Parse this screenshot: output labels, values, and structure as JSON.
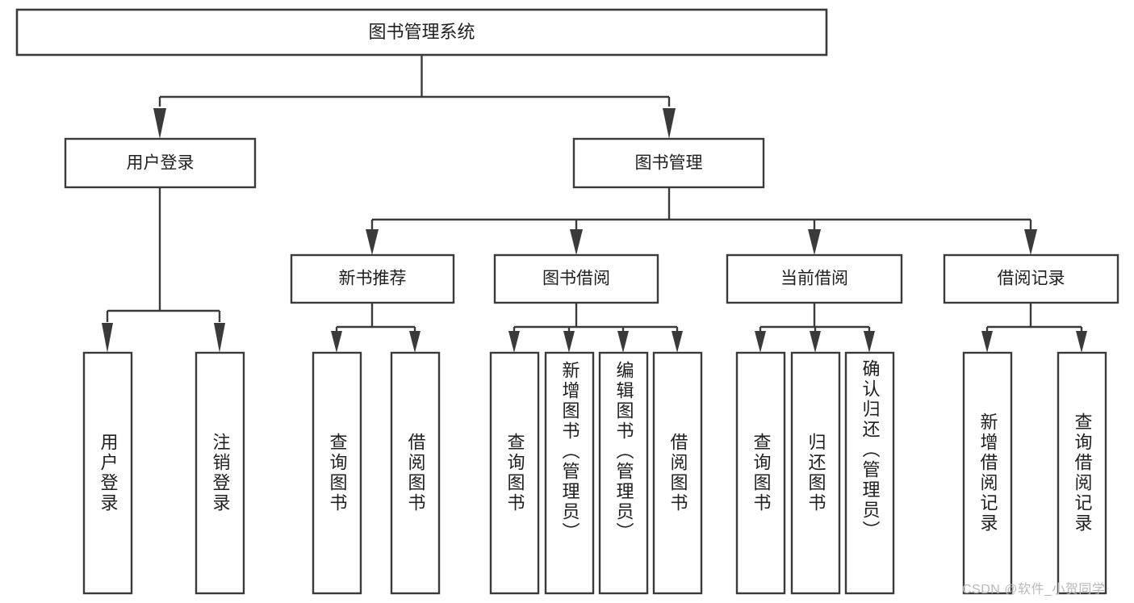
{
  "diagram": {
    "type": "tree-hierarchy-chart",
    "title_text": "图书管理系统",
    "watermark": "CSDN @软件_小贺同学",
    "colors": {
      "background": "#ffffff",
      "box_stroke": "#3a3a3a",
      "box_fill": "#ffffff",
      "text": "#202020",
      "watermark": "#b9b9b9"
    },
    "root": {
      "label": "图书管理系统"
    },
    "level2": [
      {
        "label": "用户登录"
      },
      {
        "label": "图书管理"
      }
    ],
    "level3": [
      {
        "label": "新书推荐"
      },
      {
        "label": "图书借阅"
      },
      {
        "label": "当前借阅"
      },
      {
        "label": "借阅记录"
      }
    ],
    "leaves": {
      "user_login": [
        {
          "label": "用户登录"
        },
        {
          "label": "注销登录"
        }
      ],
      "new_book_recommend": [
        {
          "label": "查询图书"
        },
        {
          "label": "借阅图书"
        }
      ],
      "book_borrow": [
        {
          "label": "查询图书"
        },
        {
          "label": "新增图书（管理员）"
        },
        {
          "label": "编辑图书（管理员）"
        },
        {
          "label": "借阅图书"
        }
      ],
      "current_borrow": [
        {
          "label": "查询图书"
        },
        {
          "label": "归还图书"
        },
        {
          "label": "确认归还（管理员）"
        }
      ],
      "borrow_record": [
        {
          "label": "新增借阅记录"
        },
        {
          "label": "查询借阅记录"
        }
      ]
    }
  }
}
